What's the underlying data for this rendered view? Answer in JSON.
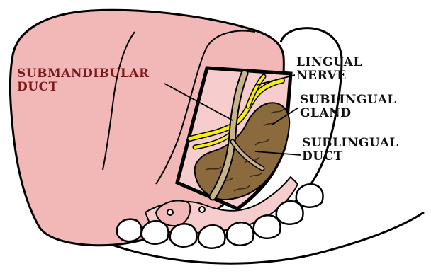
{
  "labels": {
    "submandibular_duct": {
      "line1": "SUBMANDIBULAR",
      "line2": "DUCT",
      "color": "#7a1a1a"
    },
    "lingual_nerve": {
      "line1": "LINGUAL",
      "line2": "NERVE",
      "color": "#111111"
    },
    "sublingual_gland": {
      "line1": "SUBLINGUAL",
      "line2": "GLAND",
      "color": "#111111"
    },
    "sublingual_duct": {
      "line1": "SUBLINGUAL",
      "line2": "DUCT",
      "color": "#111111"
    }
  },
  "palette": {
    "tongue": "#f2b8b8",
    "window_tissue": "#f6cccc",
    "gland": "#8b6a3e",
    "nerve": "#f5f000",
    "duct": "#c8b48a",
    "outline": "#000000",
    "teeth": "#ffffff"
  }
}
